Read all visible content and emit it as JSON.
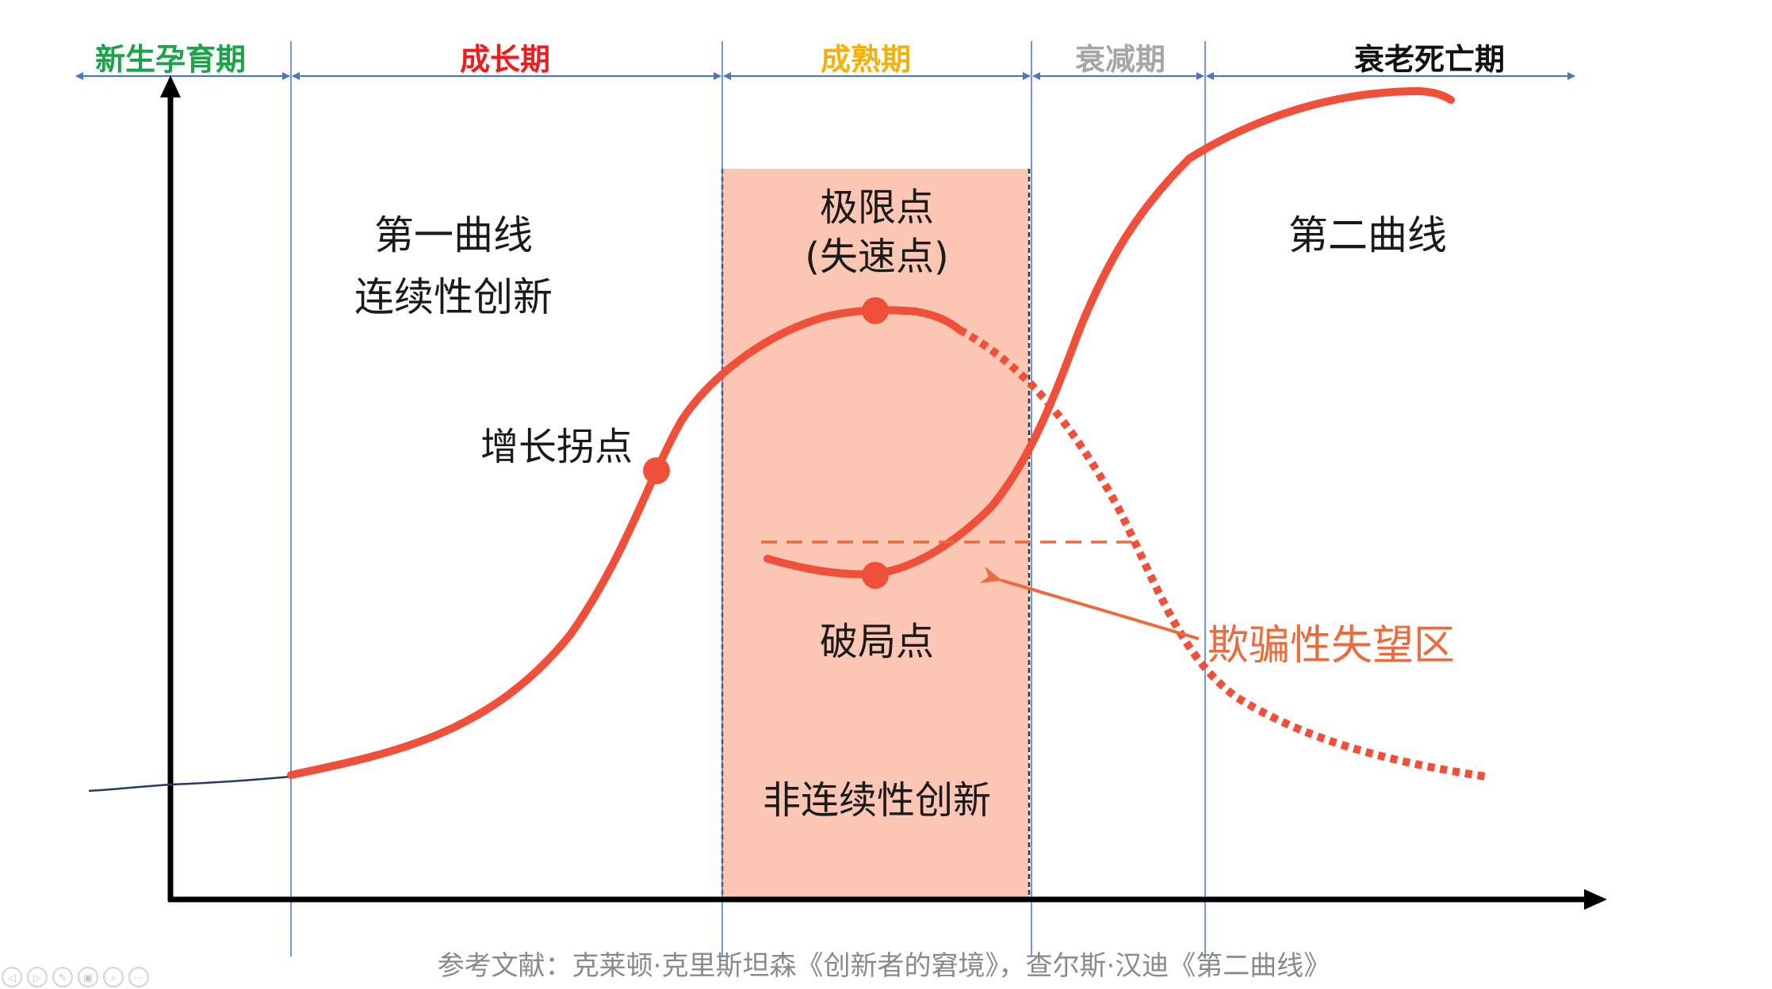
{
  "phases": [
    {
      "label": "新生孕育期",
      "color": "#1aa34a"
    },
    {
      "label": "成长期",
      "color": "#ee1c1c"
    },
    {
      "label": "成熟期",
      "color": "#f2b10b"
    },
    {
      "label": "衰减期",
      "color": "#a6a6a6"
    },
    {
      "label": "衰老死亡期",
      "color": "#111111"
    }
  ],
  "first_curve": {
    "line1": "第一曲线",
    "line2": "连续性创新"
  },
  "second_curve": {
    "label": "第二曲线"
  },
  "limit_point": {
    "line1": "极限点",
    "line2": "(失速点)"
  },
  "growth_inflection": {
    "label": "增长拐点"
  },
  "breakthrough_point": {
    "label": "破局点"
  },
  "discontinuous": {
    "label": "非连续性创新"
  },
  "disappointment": {
    "label": "欺骗性失望区"
  },
  "reference": {
    "text": "参考文献：克莱顿·克里斯坦森《创新者的窘境》，查尔斯·汉迪《第二曲线》"
  },
  "colors": {
    "curve": "#f0503a",
    "highlight_zone": "#fcc6b5",
    "divider": "#4a74c9",
    "annotation": "#ec6b3b",
    "axis": "#000000"
  },
  "controls": [
    {
      "name": "prev-icon",
      "glyph": "◁"
    },
    {
      "name": "next-icon",
      "glyph": "▷"
    },
    {
      "name": "pen-icon",
      "glyph": "✎"
    },
    {
      "name": "slides-icon",
      "glyph": "▣"
    },
    {
      "name": "zoom-icon",
      "glyph": "⌕"
    },
    {
      "name": "more-icon",
      "glyph": "⋯"
    }
  ]
}
